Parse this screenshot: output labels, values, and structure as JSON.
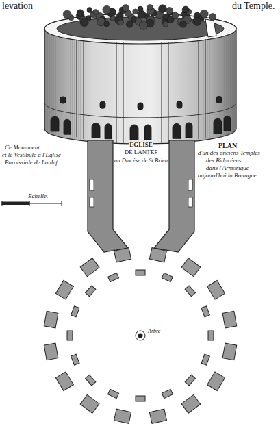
{
  "diagram": {
    "labels": [
      "levation",
      "du Temple.",
      "Ce Monument",
      "et le Vestibule a l'Eglise",
      "Paroissiale de Lanlef.",
      "EGLISE",
      "DE LANTEF",
      "au Diocèse de St Brieu",
      "PLAN",
      "d'un des anciens Temples",
      "des Biducéens",
      "dans l'Armorique",
      "aujourd'hui la Bretagne",
      "Echelle.",
      "Arbre"
    ]
  }
}
